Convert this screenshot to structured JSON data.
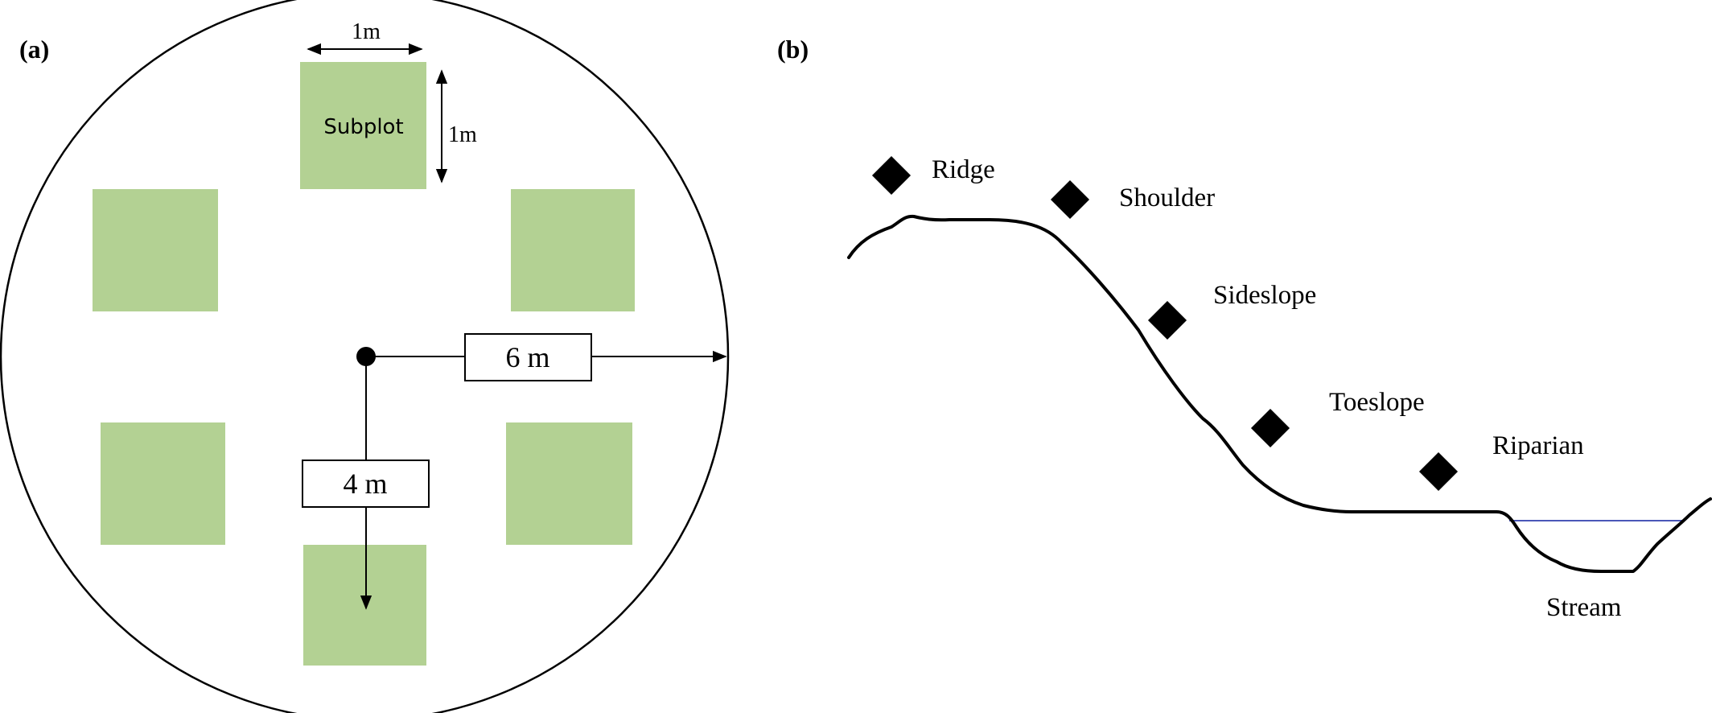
{
  "panel_a": {
    "label": "(a)",
    "subplot_label": "Subplot",
    "width_dim": "1m",
    "height_dim": "1m",
    "radius_6": "6 m",
    "radius_4": "4 m",
    "subplot_color": "#b3d193"
  },
  "panel_b": {
    "label": "(b)",
    "positions": [
      "Ridge",
      "Shoulder",
      "Sideslope",
      "Toeslope",
      "Riparian"
    ],
    "stream_label": "Stream",
    "water_color": "#4a57b8"
  }
}
